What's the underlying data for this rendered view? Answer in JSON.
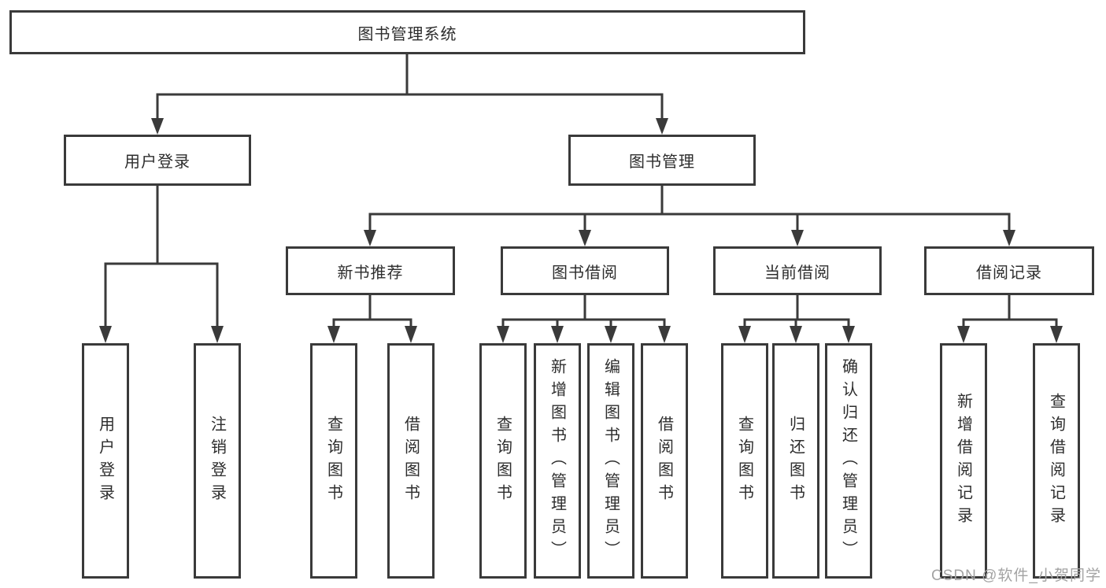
{
  "diagram": {
    "root": {
      "label": "图书管理系统"
    },
    "level2": {
      "user_login": {
        "label": "用户登录"
      },
      "book_mgmt": {
        "label": "图书管理"
      }
    },
    "level3": {
      "new_books": {
        "label": "新书推荐"
      },
      "book_borrow": {
        "label": "图书借阅"
      },
      "current_borrow": {
        "label": "当前借阅"
      },
      "borrow_records": {
        "label": "借阅记录"
      }
    },
    "leaves": {
      "user_login_leaf": {
        "label": "用户登录"
      },
      "logout": {
        "label": "注销登录"
      },
      "nb_query_book": {
        "label": "查询图书"
      },
      "nb_borrow_book": {
        "label": "借阅图书"
      },
      "bb_query_book": {
        "label": "查询图书"
      },
      "bb_add_book": {
        "label": "新增图书（管理员）"
      },
      "bb_edit_book": {
        "label": "编辑图书（管理员）"
      },
      "bb_borrow_book": {
        "label": "借阅图书"
      },
      "cb_query_book": {
        "label": "查询图书"
      },
      "cb_return_book": {
        "label": "归还图书"
      },
      "cb_confirm_return": {
        "label": "确认归还（管理员）"
      },
      "br_add_record": {
        "label": "新增借阅记录"
      },
      "br_query_record": {
        "label": "查询借阅记录"
      }
    }
  },
  "watermark": {
    "text": "CSDN @软件_小贺同学"
  },
  "colors": {
    "line-color": "#3a3a3a",
    "text-color": "#2d2d2d",
    "box-bg": "#ffffff",
    "watermark-color": "#a3a3a3",
    "bg": "#ffffff"
  }
}
